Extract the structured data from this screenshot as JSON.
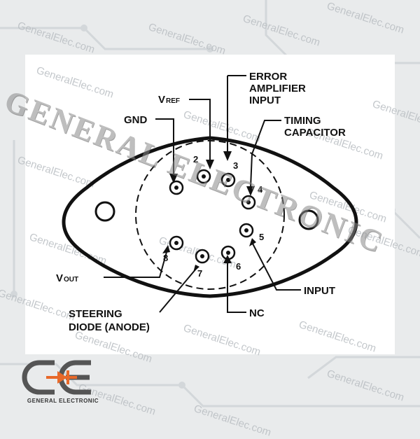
{
  "watermark": {
    "small_text": "GeneralElec.com",
    "big_text": "GENERAL ELECTRONIC"
  },
  "logo": {
    "caption": "GENERAL ELECTRONIC",
    "accent_color": "#e8692a"
  },
  "labels": {
    "error_amp_line1": "ERROR",
    "error_amp_line2": "AMPLIFIER",
    "error_amp_line3": "INPUT",
    "vref_main": "V",
    "vref_sub": "REF",
    "gnd": "GND",
    "timing_line1": "TIMING",
    "timing_line2": "CAPACITOR",
    "vout_main": "V",
    "vout_sub": "OUT",
    "input": "INPUT",
    "steering_line1": "STEERING",
    "steering_line2": "DIODE (ANODE)",
    "nc": "NC"
  },
  "pins": [
    {
      "number": "2"
    },
    {
      "number": "3"
    },
    {
      "number": "4"
    },
    {
      "number": "5"
    },
    {
      "number": "6"
    },
    {
      "number": "7"
    },
    {
      "number": "8"
    }
  ]
}
